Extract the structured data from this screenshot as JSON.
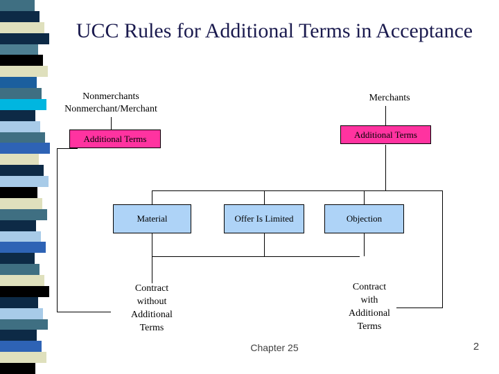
{
  "slide": {
    "title": "UCC Rules for Additional Terms in Acceptance",
    "footer": {
      "chapter": "Chapter 25",
      "page_number": "2"
    }
  },
  "diagram": {
    "labels": [
      {
        "name": "nonmerchants-label",
        "text": "Nonmerchants\nNonmerchant/Merchant"
      },
      {
        "name": "merchants-label",
        "text": "Merchants"
      },
      {
        "name": "contract-without-label",
        "text": "Contract\nwithout\nAdditional\nTerms"
      },
      {
        "name": "contract-with-label",
        "text": "Contract\nwith\nAdditional\nTerms"
      }
    ],
    "boxes": [
      {
        "name": "additional-terms-left-box",
        "text": "Additional Terms",
        "color": "#ff33a0"
      },
      {
        "name": "additional-terms-right-box",
        "text": "Additional Terms",
        "color": "#ff33a0"
      },
      {
        "name": "material-box",
        "text": "Material",
        "color": "#aed3f7"
      },
      {
        "name": "offer-is-limited-box",
        "text": "Offer Is Limited",
        "color": "#aed3f7"
      },
      {
        "name": "objection-box",
        "text": "Objection",
        "color": "#aed3f7"
      }
    ]
  },
  "decor": {
    "strip_colors": [
      "#3f6f82",
      "#0d2a46",
      "#dfe0bd",
      "#0d2a46",
      "#4d7f92",
      "#000000",
      "#dfe0bd",
      "#1b5f9e",
      "#3f6f82",
      "#00b6e0",
      "#0d2a46",
      "#a8cbe8",
      "#3f6f82",
      "#2e63b5",
      "#dfe0bd",
      "#0d2a46",
      "#a8cbe8",
      "#000000",
      "#dfe0bd",
      "#3f6f82",
      "#0d2a46",
      "#a8cbe8",
      "#2e63b5",
      "#0d2a46",
      "#3f6f82",
      "#dfe0bd",
      "#000000",
      "#0d2a46",
      "#a8cbe8",
      "#3f6f82",
      "#0d2a46",
      "#2e63b5",
      "#dfe0bd",
      "#000000"
    ]
  }
}
